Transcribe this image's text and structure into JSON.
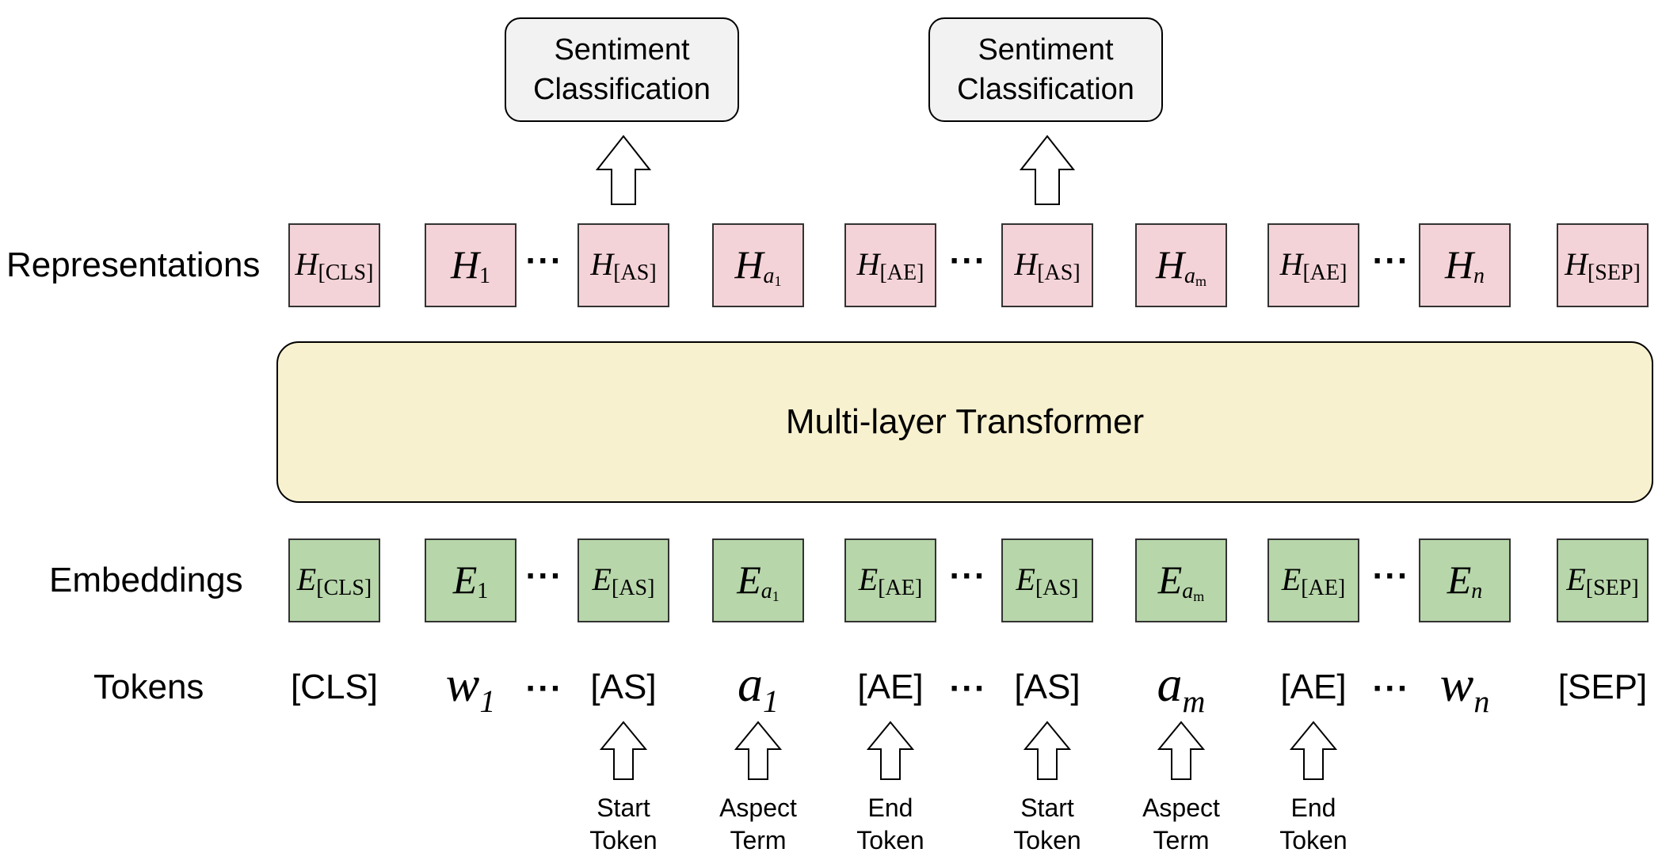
{
  "heads": [
    {
      "label": "Sentiment Classification"
    },
    {
      "label": "Sentiment Classification"
    }
  ],
  "row_labels": {
    "representations": "Representations",
    "embeddings": "Embeddings",
    "tokens": "Tokens"
  },
  "transformer_label": "Multi-layer Transformer",
  "ellipsis": "···",
  "representations": [
    {
      "base": "H",
      "sub": "[CLS]"
    },
    {
      "base": "H",
      "sub": "1"
    },
    {
      "base": "H",
      "sub": "[AS]"
    },
    {
      "base": "H",
      "sub": "a",
      "subsub": "1"
    },
    {
      "base": "H",
      "sub": "[AE]"
    },
    {
      "base": "H",
      "sub": "[AS]"
    },
    {
      "base": "H",
      "sub": "a",
      "subsub": "m"
    },
    {
      "base": "H",
      "sub": "[AE]"
    },
    {
      "base": "H",
      "sub": "n"
    },
    {
      "base": "H",
      "sub": "[SEP]"
    }
  ],
  "embeddings": [
    {
      "base": "E",
      "sub": "[CLS]"
    },
    {
      "base": "E",
      "sub": "1"
    },
    {
      "base": "E",
      "sub": "[AS]"
    },
    {
      "base": "E",
      "sub": "a",
      "subsub": "1"
    },
    {
      "base": "E",
      "sub": "[AE]"
    },
    {
      "base": "E",
      "sub": "[AS]"
    },
    {
      "base": "E",
      "sub": "a",
      "subsub": "m"
    },
    {
      "base": "E",
      "sub": "[AE]"
    },
    {
      "base": "E",
      "sub": "n"
    },
    {
      "base": "E",
      "sub": "[SEP]"
    }
  ],
  "tokens": [
    {
      "text": "[CLS]"
    },
    {
      "base": "w",
      "sub": "1"
    },
    {
      "text": "[AS]"
    },
    {
      "base": "a",
      "sub": "1"
    },
    {
      "text": "[AE]"
    },
    {
      "text": "[AS]"
    },
    {
      "base": "a",
      "sub": "m"
    },
    {
      "text": "[AE]"
    },
    {
      "base": "w",
      "sub": "n"
    },
    {
      "text": "[SEP]"
    }
  ],
  "annotations": [
    {
      "line1": "Start",
      "line2": "Token"
    },
    {
      "line1": "Aspect",
      "line2": "Term"
    },
    {
      "line1": "End",
      "line2": "Token"
    },
    {
      "line1": "Start",
      "line2": "Token"
    },
    {
      "line1": "Aspect",
      "line2": "Term"
    },
    {
      "line1": "End",
      "line2": "Token"
    }
  ]
}
